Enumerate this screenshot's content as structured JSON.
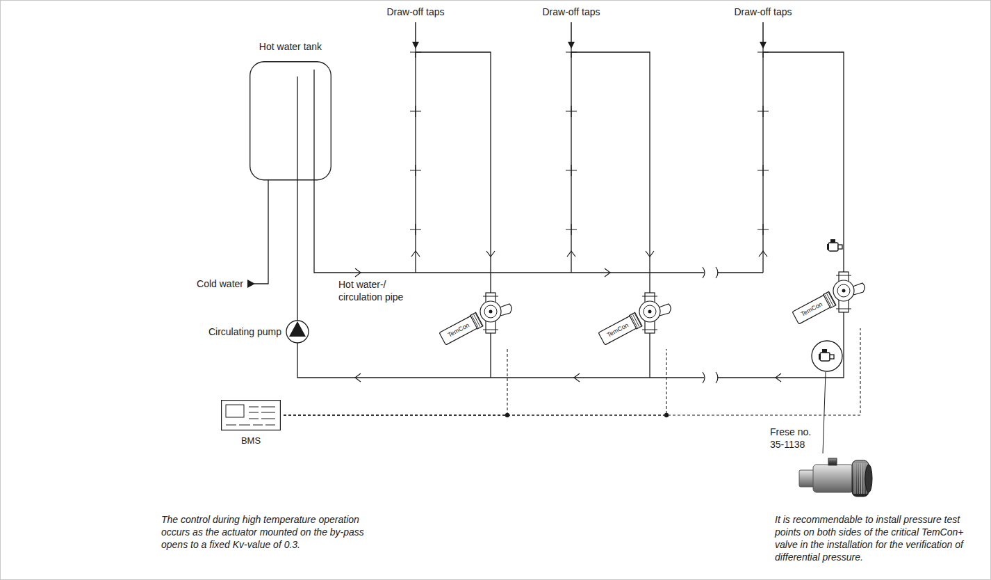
{
  "diagram": {
    "nodes": [
      {
        "text": [
          "Hot water tank"
        ]
      },
      {
        "text": [
          "BMS"
        ]
      },
      {
        "text": [
          "TemCon"
        ]
      },
      {
        "text": [
          "TemCon"
        ]
      },
      {
        "text": [
          "TemCon"
        ]
      }
    ],
    "edges": [
      {
        "from": 1,
        "to": 2,
        "arrow": "none"
      },
      {
        "from": 1,
        "to": 3,
        "arrow": "none"
      },
      {
        "from": 1,
        "to": 4,
        "arrow": "none"
      }
    ],
    "labels": [
      "Draw-off taps",
      "Draw-off taps",
      "Draw-off taps",
      "Cold water",
      "Circulating pump",
      "Hot water-/ circulation pipe",
      "Frese no. 35-1138",
      "The control during high temperature operation occurs as the actuator mounted on the by-pass opens to a fixed Kv-value of 0.3.",
      "It is recommendable to install pressure test points on both sides of the critical TemCon+ valve in the installation for the verification of differential pressure."
    ]
  }
}
